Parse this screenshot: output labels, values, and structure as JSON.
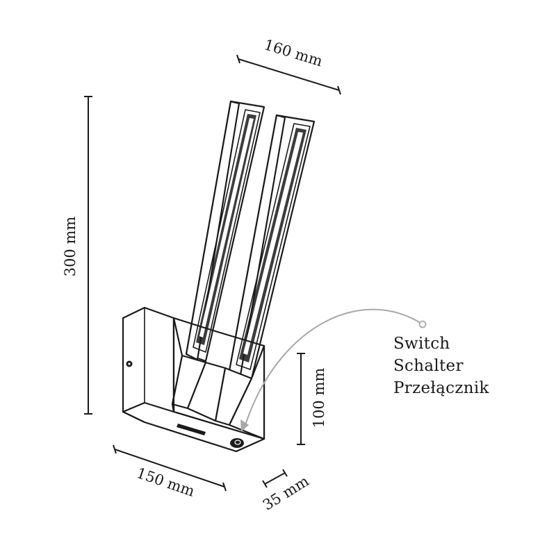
{
  "dimensions": {
    "width_top": "160 mm",
    "height_total": "300 mm",
    "height_base": "100 mm",
    "width_base": "150 mm",
    "depth_base": "35 mm"
  },
  "callout": {
    "lines": [
      "Switch",
      "Schalter",
      "Przełącznik"
    ]
  },
  "colors": {
    "line": "#1a1a1a",
    "leader": "#a8a8a8",
    "background": "#ffffff"
  }
}
